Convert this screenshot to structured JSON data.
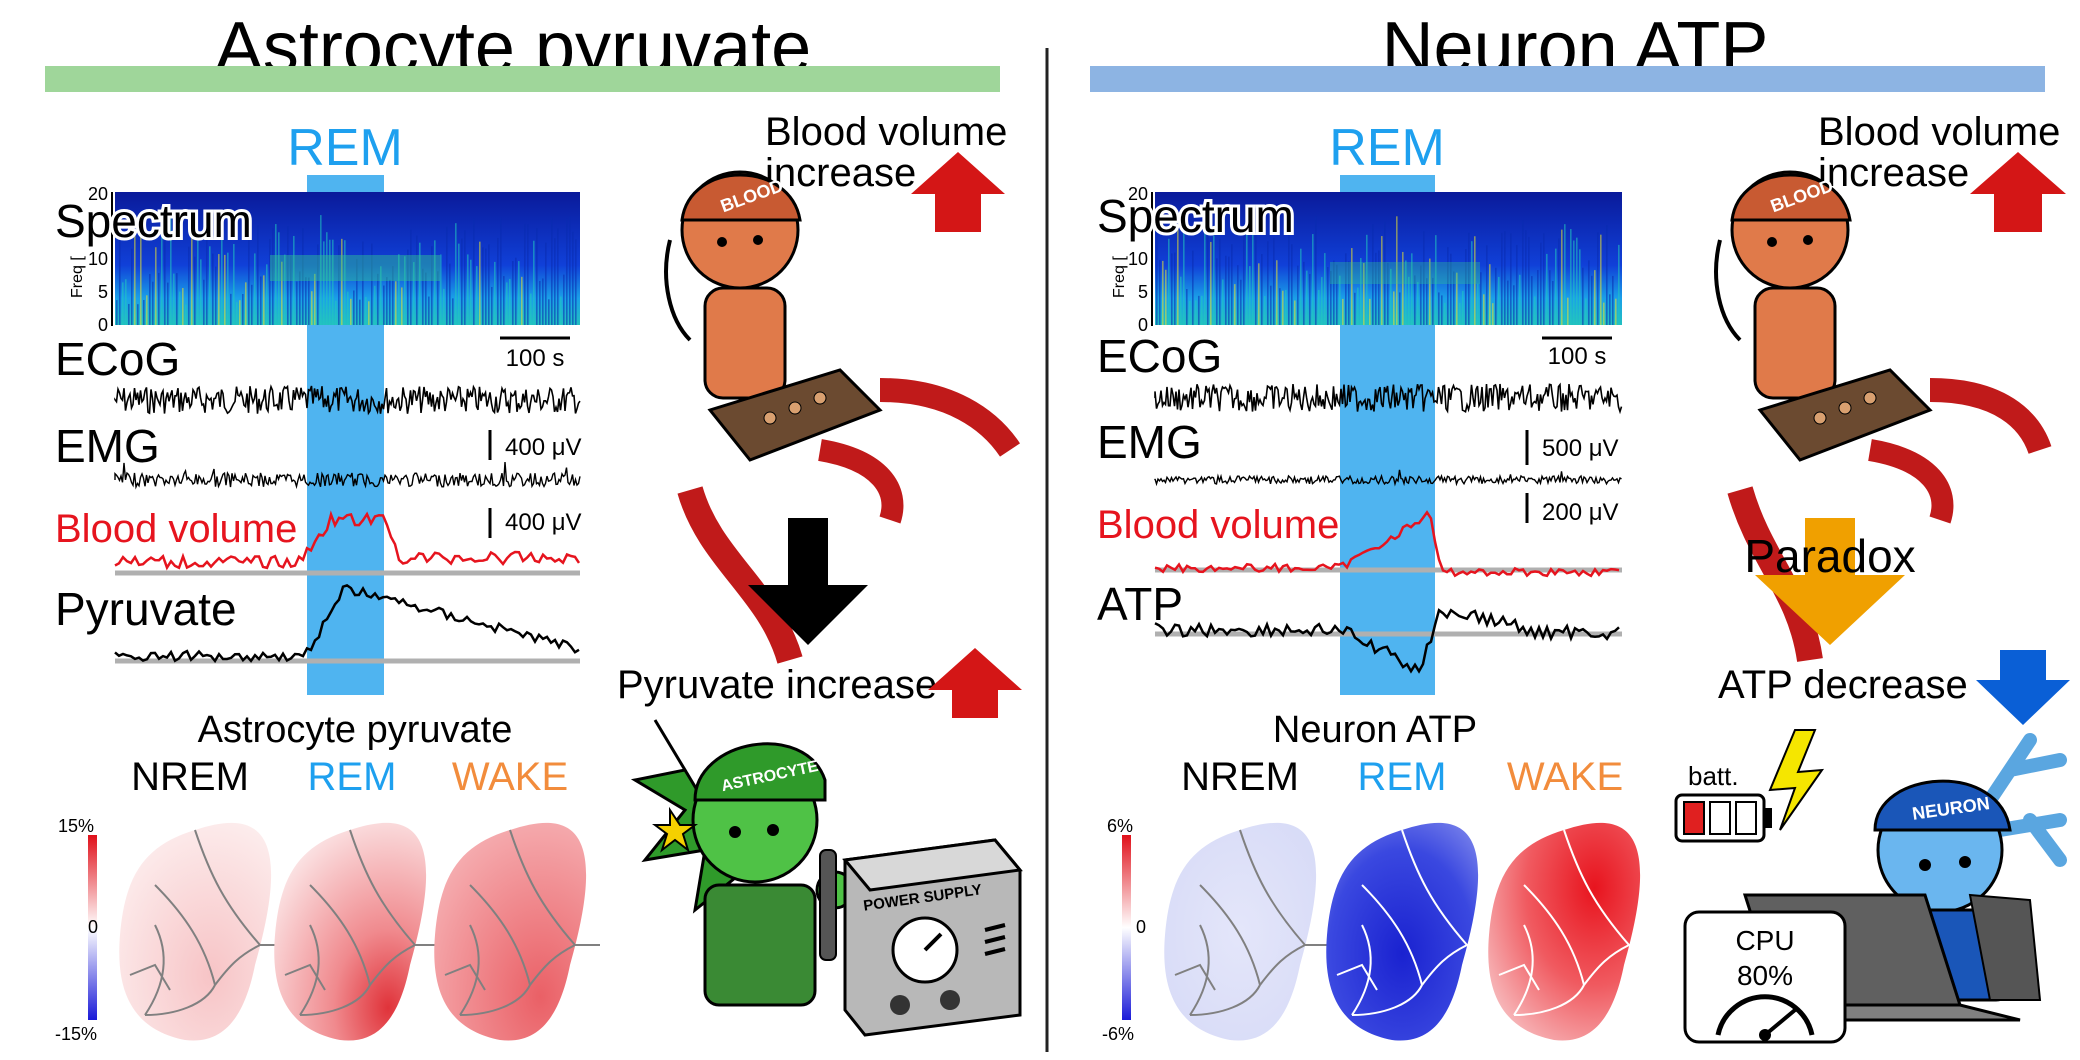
{
  "colors": {
    "astro_bar": "#9fd69a",
    "neuron_bar": "#8db4e3",
    "rem_band": "#4fb4f0",
    "rem_text": "#1ea0ef",
    "wake_text": "#f28c3c",
    "blood_trace": "#e6141e",
    "up_arrow": "#d41616",
    "down_arrow": "#0a5fd6",
    "paradox_arrow": "#f0a000",
    "lightning": "#f5e600"
  },
  "left": {
    "title": "Astrocyte pyruvate",
    "rem": "REM",
    "spectrum": "Spectrum",
    "freq_axis": "Freq [",
    "freq_ticks": [
      "20",
      "10",
      "5",
      "0"
    ],
    "ecog": "ECoG",
    "scale_time": "100 s",
    "emg": "EMG",
    "scale_emg": "400 μV",
    "blood_volume": "Blood volume",
    "scale_blood": "400 μV",
    "pyruvate": "Pyruvate",
    "blood_increase_line1": "Blood volume",
    "blood_increase_line2": "increase",
    "blood_hat": "BLOOD",
    "result_label": "Pyruvate increase",
    "astro_hat": "ASTROCYTE",
    "power_supply": "POWER SUPPLY",
    "maps_title": "Astrocyte pyruvate",
    "states": [
      "NREM",
      "REM",
      "WAKE"
    ],
    "cbar_max": "15%",
    "cbar_mid": "0",
    "cbar_min": "-15%"
  },
  "right": {
    "title": "Neuron ATP",
    "rem": "REM",
    "spectrum": "Spectrum",
    "freq_axis": "Freq [",
    "freq_ticks": [
      "20",
      "10",
      "5",
      "0"
    ],
    "ecog": "ECoG",
    "scale_time": "100 s",
    "emg": "EMG",
    "scale_emg": "500 μV",
    "blood_volume": "Blood volume",
    "scale_blood": "200 μV",
    "atp": "ATP",
    "blood_increase_line1": "Blood volume",
    "blood_increase_line2": "increase",
    "blood_hat": "BLOOD",
    "paradox": "Paradox",
    "result_label": "ATP decrease",
    "battery": "batt.",
    "neuron_hat": "NEURON",
    "cpu_label": "CPU",
    "cpu_value": "80%",
    "maps_title": "Neuron ATP",
    "states": [
      "NREM",
      "REM",
      "WAKE"
    ],
    "cbar_max": "6%",
    "cbar_mid": "0",
    "cbar_min": "-6%"
  }
}
